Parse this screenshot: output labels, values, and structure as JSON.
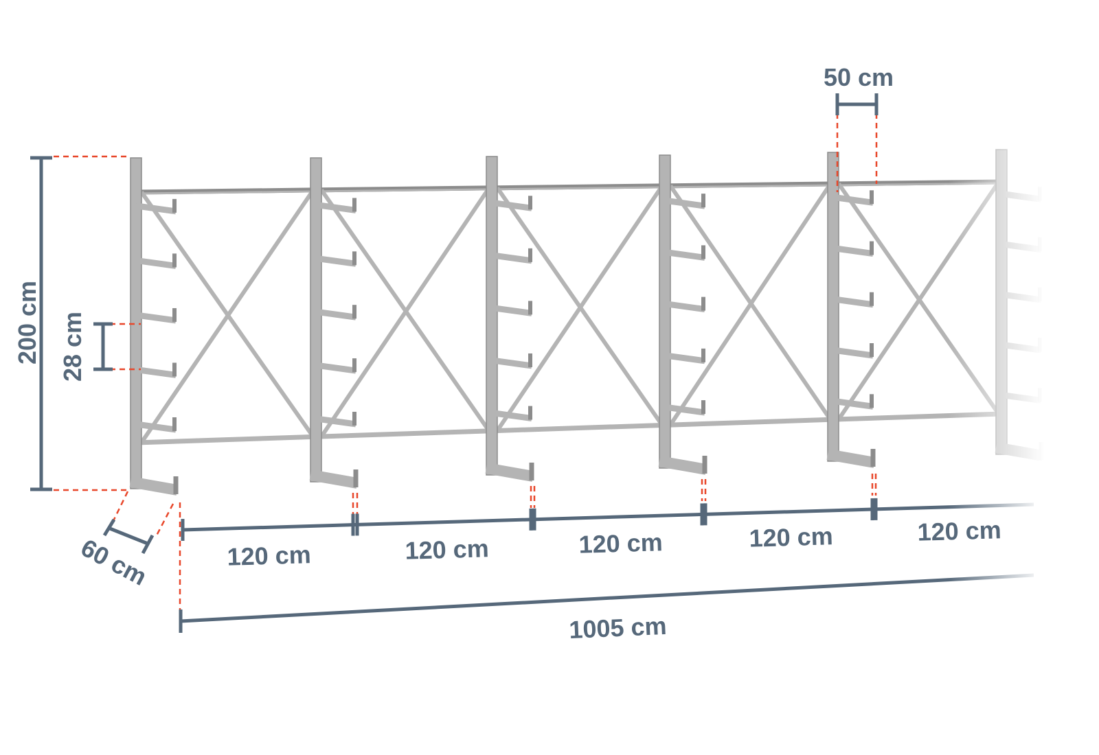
{
  "colors": {
    "dimension": "#56687a",
    "leader": "#e8472a",
    "steel": "#b4b4b4",
    "steel_dark": "#8c8c8c"
  },
  "dimensions": {
    "height": "200 cm",
    "arm_spacing": "28 cm",
    "arm_length": "50 cm",
    "depth": "60 cm",
    "bay_widths": [
      "120 cm",
      "120 cm",
      "120 cm",
      "120 cm",
      "120 cm"
    ],
    "total_length": "1005 cm"
  },
  "rack": {
    "bays": 5,
    "arms_per_side": 5
  }
}
